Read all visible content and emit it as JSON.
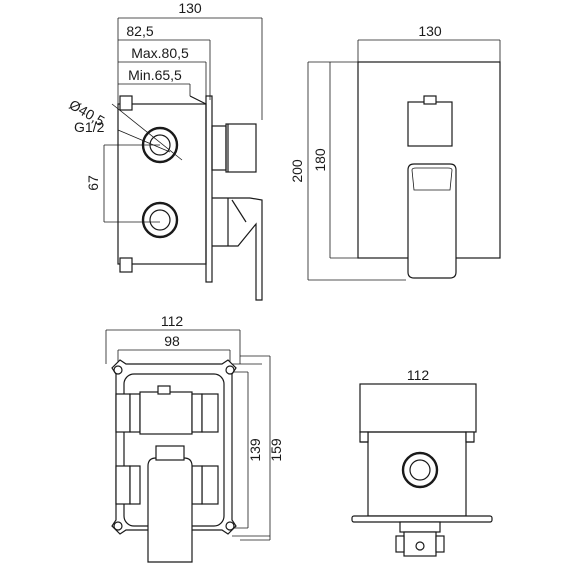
{
  "side_view": {
    "dim_130": "130",
    "dim_82_5": "82,5",
    "dim_max": "Max.80,5",
    "dim_min": "Min.65,5",
    "label_diameter": "Ø40,5",
    "label_thread": "G1/2",
    "dim_67": "67"
  },
  "front_view": {
    "dim_130": "130",
    "dim_200": "200",
    "dim_180": "180"
  },
  "box_front_view": {
    "dim_112": "112",
    "dim_98": "98",
    "dim_139": "139",
    "dim_159": "159"
  },
  "box_top_view": {
    "dim_112": "112"
  }
}
